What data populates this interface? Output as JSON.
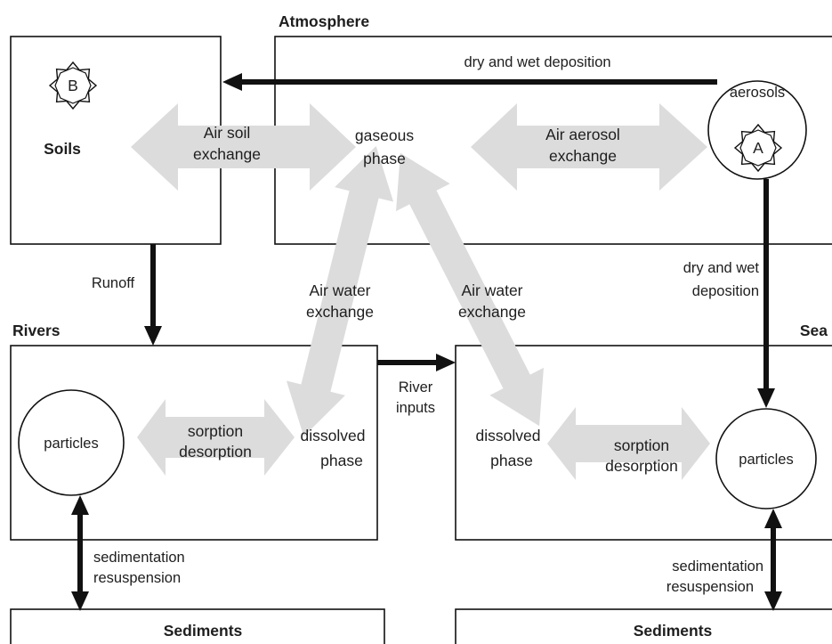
{
  "compartments": {
    "atmosphere": "Atmosphere",
    "soils": "Soils",
    "rivers": "Rivers",
    "sea": "Sea",
    "sediments_left": "Sediments",
    "sediments_right": "Sediments"
  },
  "markers": {
    "soil_marker": "B",
    "aerosol_marker": "A"
  },
  "atmosphere": {
    "dry_wet_deposition": "dry and wet deposition",
    "aerosols": "aerosols",
    "gaseous": [
      "gaseous",
      "phase"
    ],
    "air_aerosol_exchange": [
      "Air aerosol",
      "exchange"
    ]
  },
  "soils": {
    "air_soil_exchange": [
      "Air soil",
      "exchange"
    ],
    "runoff": "Runoff"
  },
  "sea_side": {
    "deposition": [
      "dry and wet",
      "deposition"
    ]
  },
  "water": {
    "air_water_exchange_left": [
      "Air water",
      "exchange"
    ],
    "air_water_exchange_right": [
      "Air water",
      "exchange"
    ],
    "river_inputs": [
      "River",
      "inputs"
    ],
    "particles_left": "particles",
    "sorption_left": [
      "sorption",
      "desorption"
    ],
    "dissolved_left": [
      "dissolved",
      "phase"
    ],
    "dissolved_right": [
      "dissolved",
      "phase"
    ],
    "sorption_right": [
      "sorption",
      "desorption"
    ],
    "particles_right": "particles",
    "sed_left": [
      "sedimentation",
      "resuspension"
    ],
    "sed_right": [
      "sedimentation",
      "resuspension"
    ]
  }
}
